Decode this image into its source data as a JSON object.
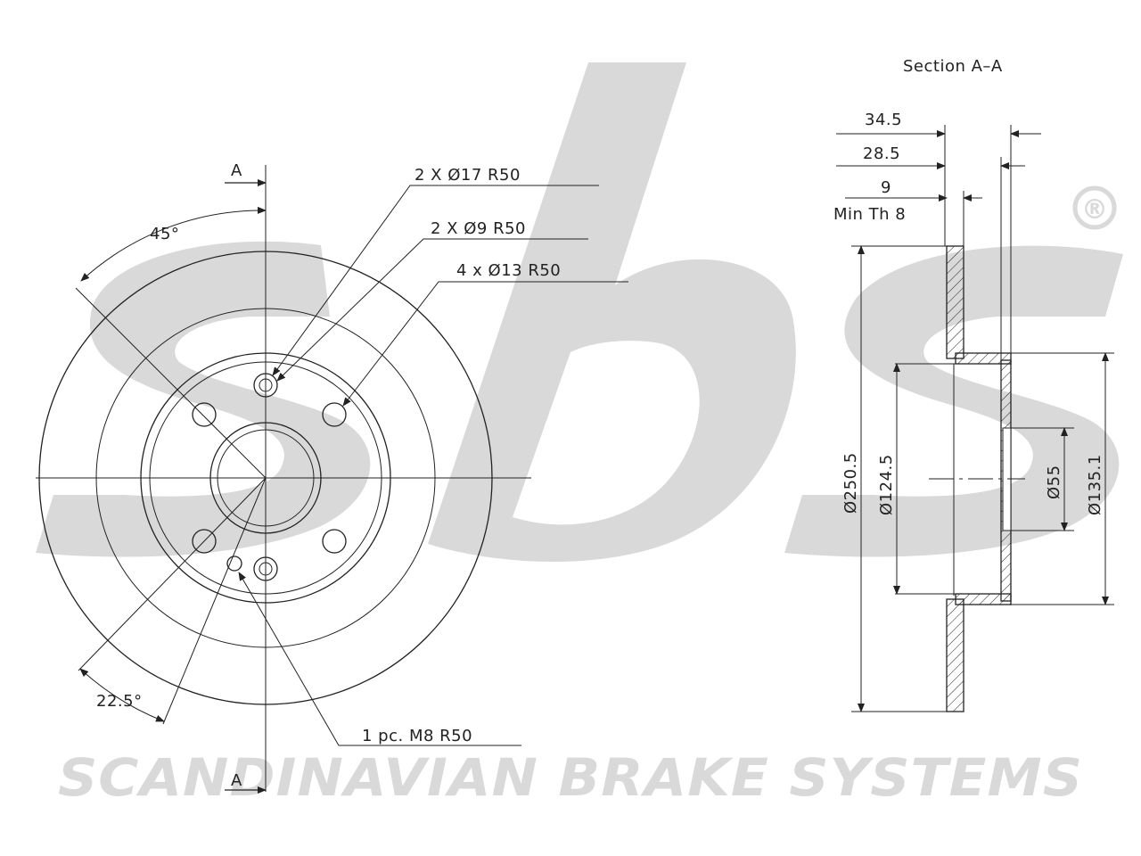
{
  "colors": {
    "line": "#222222",
    "watermark": "#d9d9d9",
    "background": "#ffffff"
  },
  "watermark": {
    "logo": "sbs",
    "registered_mark": "®",
    "tagline": "SCANDINAVIAN BRAKE SYSTEMS"
  },
  "front_view": {
    "section_marker_top": "A",
    "section_marker_bottom": "A",
    "angle_top": "45°",
    "angle_bottom": "22.5°",
    "callouts": {
      "holes_17": "2 X Ø17 R50",
      "holes_9": "2 X Ø9 R50",
      "holes_13": "4 x Ø13 R50",
      "thread_m8": "1 pc. M8 R50"
    }
  },
  "section_view": {
    "title": "Section A–A",
    "height_total": "34.5",
    "height_hat": "28.5",
    "thickness": "9",
    "min_thickness": "Min Th 8",
    "diameter_outer": "Ø250.5",
    "diameter_124": "Ø124.5",
    "diameter_center": "Ø55",
    "diameter_135": "Ø135.1"
  }
}
